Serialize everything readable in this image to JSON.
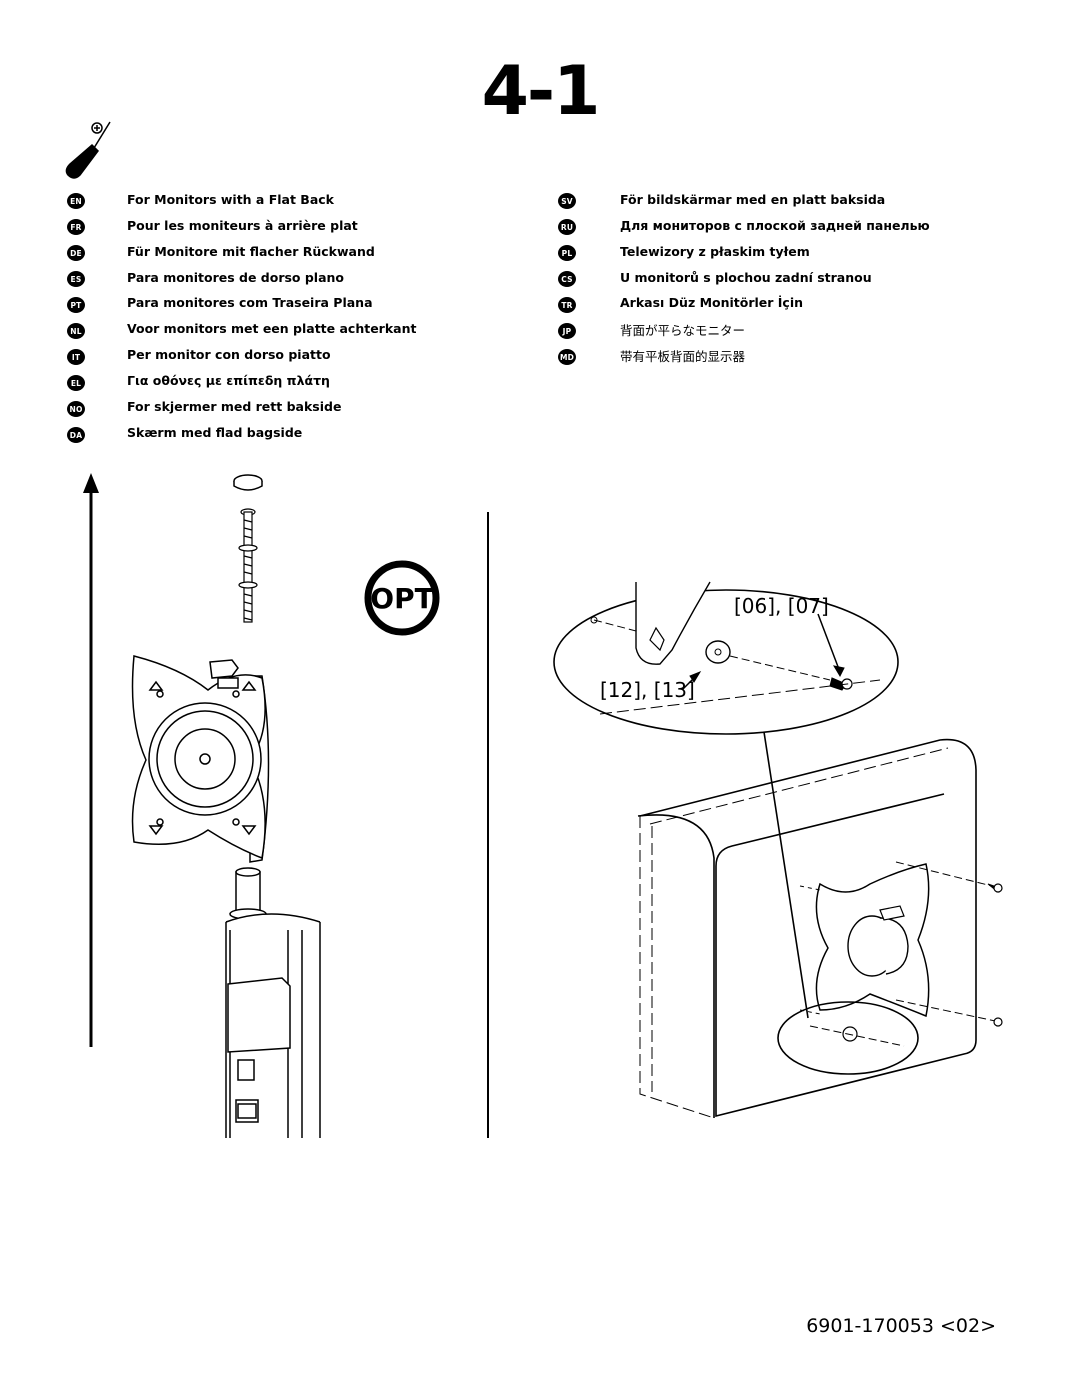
{
  "step": "4-1",
  "languages_left": [
    {
      "code": "EN",
      "text": "For Monitors with a Flat Back"
    },
    {
      "code": "FR",
      "text": "Pour les moniteurs à arrière plat"
    },
    {
      "code": "DE",
      "text": "Für Monitore mit flacher Rückwand"
    },
    {
      "code": "ES",
      "text": "Para monitores de dorso plano"
    },
    {
      "code": "PT",
      "text": "Para monitores com Traseira Plana"
    },
    {
      "code": "NL",
      "text": "Voor monitors met een platte achterkant"
    },
    {
      "code": "IT",
      "text": "Per monitor con dorso piatto"
    },
    {
      "code": "EL",
      "text": "Για οθόνες με επίπεδη πλάτη"
    },
    {
      "code": "NO",
      "text": "For skjermer med rett bakside"
    },
    {
      "code": "DA",
      "text": "Skærm med flad bagside"
    }
  ],
  "languages_right": [
    {
      "code": "SV",
      "text": "För bildskärmar med en platt baksida"
    },
    {
      "code": "RU",
      "text": "Для мониторов с плоской задней панелью"
    },
    {
      "code": "PL",
      "text": "Telewizory z płaskim tyłem"
    },
    {
      "code": "CS",
      "text": "U monitorů s plochou zadní stranou"
    },
    {
      "code": "TR",
      "text": "Arkası Düz Monitörler İçin"
    },
    {
      "code": "JP",
      "text": "背面が平らなモニター"
    },
    {
      "code": "MD",
      "text": "带有平板背面的显示器"
    }
  ],
  "opt_label": "OPT",
  "callout_upper": "[06], [07]",
  "callout_lower": "[12], [13]",
  "tool_icon": "screwdriver-icon",
  "footer_code": "6901-170053 <02>"
}
